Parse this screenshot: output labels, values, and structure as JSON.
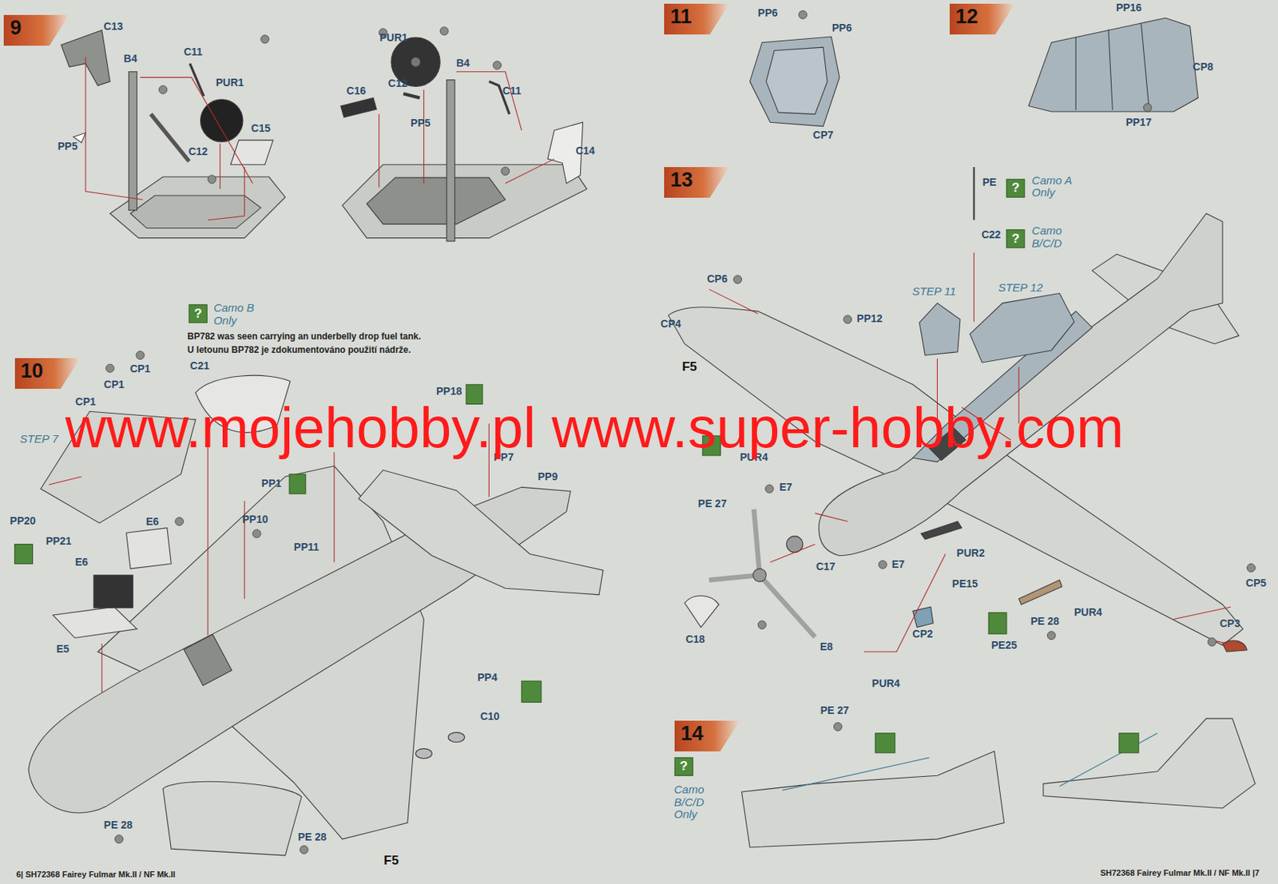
{
  "diagram": {
    "nodes": [
      {
        "text": [
          "9"
        ]
      },
      {
        "text": [
          "10"
        ]
      },
      {
        "text": [
          "11"
        ]
      },
      {
        "text": [
          "12"
        ]
      },
      {
        "text": [
          "13"
        ]
      },
      {
        "text": [
          "14"
        ]
      }
    ],
    "labels": [
      "C13",
      "B4",
      "C11",
      "PUR1",
      "PP5",
      "C12",
      "C15",
      "PUR1",
      "B4",
      "C12",
      "C11",
      "C16",
      "PP5",
      "C14",
      "?",
      "Camo B Only",
      "BP782 was seen carrying an underbelly drop fuel tank.",
      "U letounu BP782 je zdokumentováno použití nádrže.",
      "C21",
      "CP1",
      "CP1",
      "CP1",
      "STEP 7",
      "PP18",
      "PP7",
      "PP9",
      "PP1",
      "PP10",
      "PP11",
      "E6",
      "E6",
      "PP20",
      "PP21",
      "E5",
      "PP4",
      "C10",
      "PE 28",
      "PE 28",
      "F5",
      "PP6",
      "PP6",
      "CP7",
      "PP16",
      "CP8",
      "PP17",
      "PE",
      "?",
      "Camo A Only",
      "C22",
      "?",
      "Camo B/C/D",
      "CP6",
      "CP4",
      "PP12",
      "STEP 11",
      "STEP 12",
      "F5",
      "PUR4",
      "E7",
      "PE 27",
      "C17",
      "E7",
      "PUR2",
      "PE15",
      "E8",
      "C18",
      "CP2",
      "PE25",
      "PE 28",
      "PUR4",
      "CP5",
      "CP3",
      "PUR4",
      "PE 27",
      "?",
      "Camo B/C/D Only",
      "6| SH72368 Fairey Fulmar Mk.II / NF Mk.II",
      "SH72368 Fairey Fulmar Mk.II / NF Mk.II |7",
      "www.mojehobby.pl www.super-hobby.com"
    ]
  }
}
